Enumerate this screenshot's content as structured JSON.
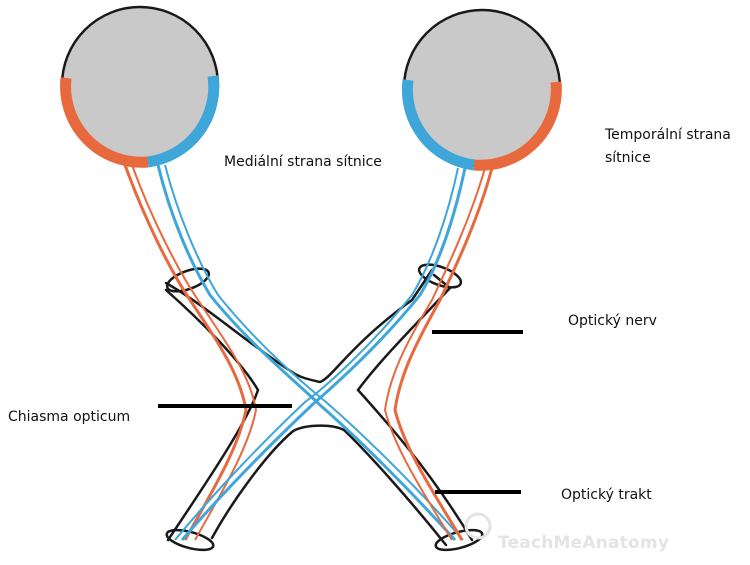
{
  "labels": {
    "medial": "Mediální strana sítnice",
    "temporal_line1": "Temporální strana",
    "temporal_line2": "sítnice",
    "optic_nerve": "Optický nerv",
    "chiasma": "Chiasma opticum",
    "optic_tract": "Optický trakt"
  },
  "watermark": "TeachMeAnatomy",
  "colors": {
    "retina_fill": "#c9c9c9",
    "temporal_orange": "#e8693e",
    "medial_blue": "#3ea6d9",
    "outline": "#1a1a1a",
    "leader": "#000000"
  }
}
